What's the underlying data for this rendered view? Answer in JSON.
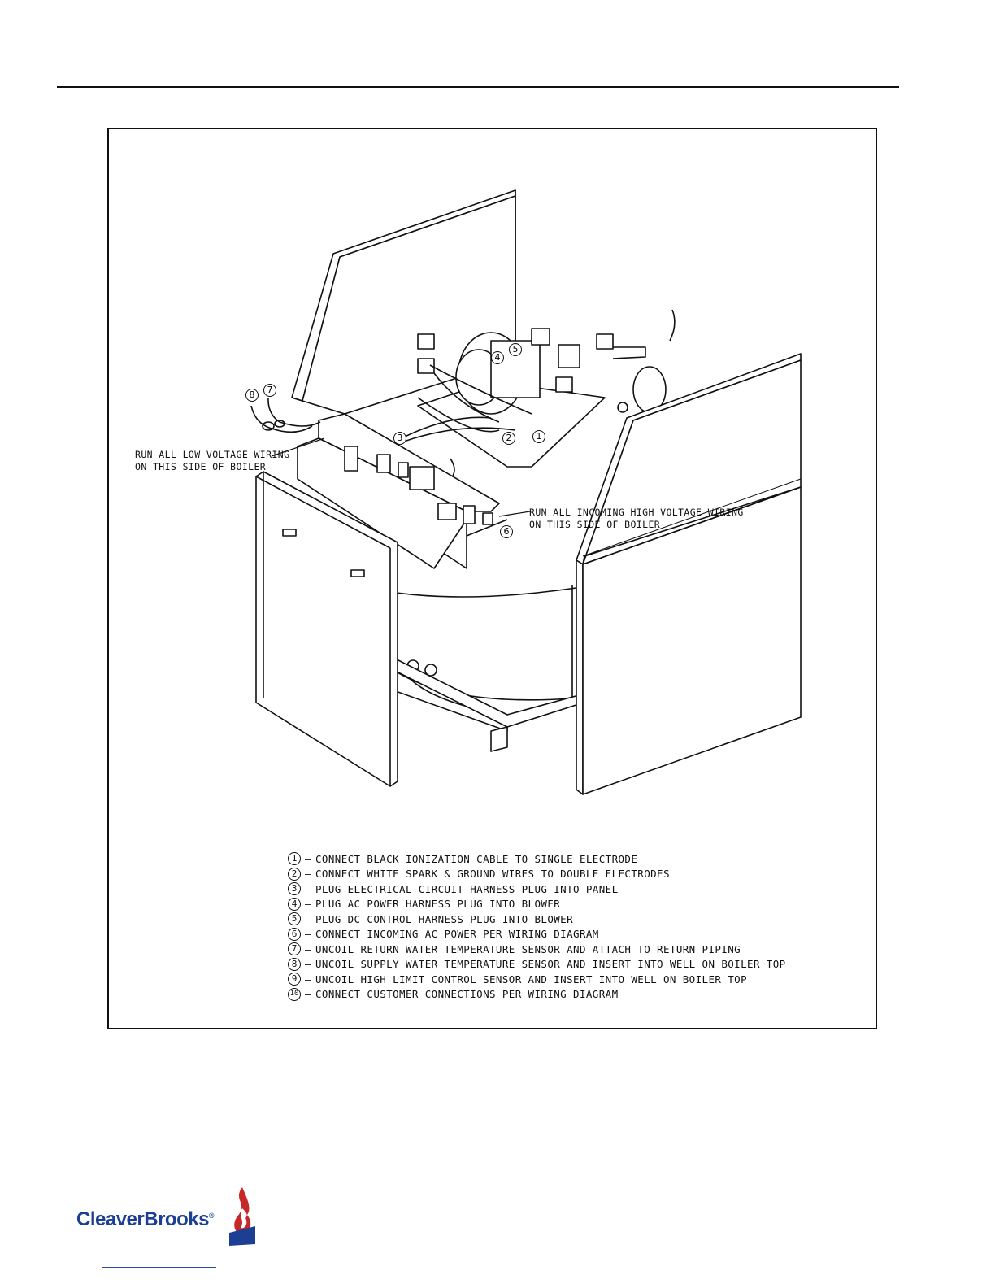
{
  "callouts": {
    "low_voltage_line1": "RUN ALL LOW VOLTAGE WIRING",
    "low_voltage_line2": "ON THIS SIDE OF BOILER",
    "high_voltage_line1": "RUN ALL INCOMING HIGH VOLTAGE WIRING",
    "high_voltage_line2": "ON THIS SIDE OF BOILER"
  },
  "markers": [
    "1",
    "2",
    "3",
    "4",
    "5",
    "6",
    "7",
    "8"
  ],
  "legend": [
    {
      "num": "1",
      "text": "CONNECT BLACK IONIZATION CABLE TO SINGLE ELECTRODE"
    },
    {
      "num": "2",
      "text": "CONNECT WHITE SPARK & GROUND WIRES TO DOUBLE ELECTRODES"
    },
    {
      "num": "3",
      "text": "PLUG ELECTRICAL CIRCUIT HARNESS PLUG INTO PANEL"
    },
    {
      "num": "4",
      "text": "PLUG AC POWER HARNESS PLUG INTO BLOWER"
    },
    {
      "num": "5",
      "text": "PLUG DC CONTROL HARNESS PLUG INTO BLOWER"
    },
    {
      "num": "6",
      "text": "CONNECT INCOMING AC POWER PER WIRING DIAGRAM"
    },
    {
      "num": "7",
      "text": "UNCOIL RETURN WATER TEMPERATURE SENSOR AND ATTACH TO RETURN PIPING"
    },
    {
      "num": "8",
      "text": "UNCOIL SUPPLY WATER TEMPERATURE SENSOR AND INSERT INTO WELL ON BOILER TOP"
    },
    {
      "num": "9",
      "text": "UNCOIL HIGH LIMIT CONTROL SENSOR AND INSERT INTO WELL ON BOILER TOP"
    },
    {
      "num": "10",
      "text": "CONNECT CUSTOMER CONNECTIONS PER WIRING DIAGRAM"
    }
  ],
  "legend_dash": "–",
  "logo": {
    "text": "CleaverBrooks",
    "reg": "®"
  },
  "colors": {
    "brand_blue": "#1c3f94",
    "flame_red": "#c62828",
    "ink": "#111111"
  }
}
